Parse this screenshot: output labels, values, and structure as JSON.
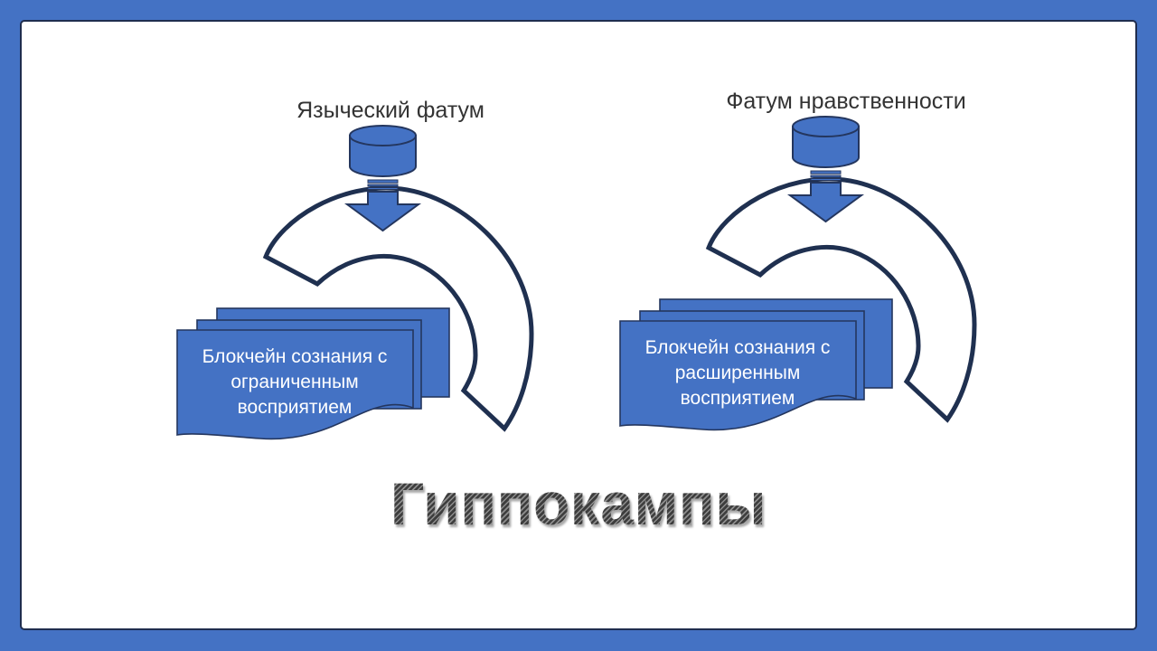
{
  "slide": {
    "main_title": "Гиппокампы",
    "groups": [
      {
        "label": "Языческий фатум",
        "doc_lines": [
          "Блокчейн сознания с",
          "ограниченным",
          "восприятием"
        ]
      },
      {
        "label": "Фатум нравственности",
        "doc_lines": [
          "Блокчейн сознания с",
          "расширенным",
          "восприятием"
        ]
      }
    ],
    "colors": {
      "accent_blue": "#4472C4",
      "outline_navy": "#1F3050",
      "frame_blue": "#4472C4",
      "title_pattern_dark": "#3D3D3D",
      "title_pattern_light": "#8E8E8E",
      "doc_text_white": "#FFFFFF",
      "label_text": "#333333"
    }
  }
}
